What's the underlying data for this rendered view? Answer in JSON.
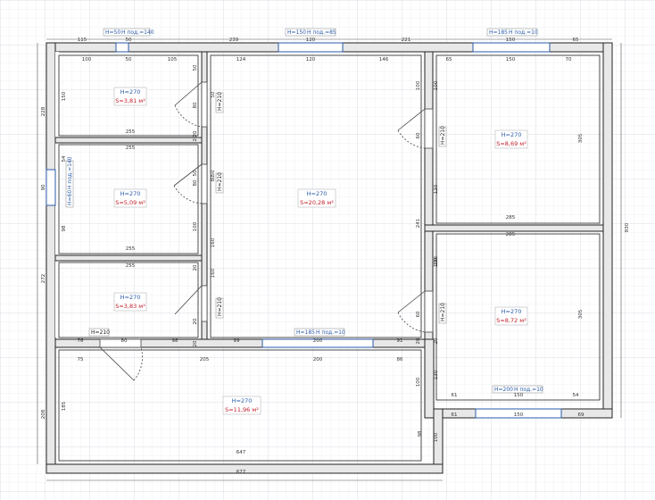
{
  "colors": {
    "wall_fill": "#e8e8e8",
    "wall_stroke": "#222222",
    "grid_minor": "#eef0f4",
    "grid_major": "#d8dce4",
    "dim_text": "#333333",
    "height_label": "#2a5aa8",
    "area_label": "#c0202a",
    "window_frame": "#2a5aa8"
  },
  "windows": [
    {
      "id": "w1",
      "height": "H=50",
      "sill": "H под.=140"
    },
    {
      "id": "w2",
      "height": "H=150",
      "sill": "H под.=85"
    },
    {
      "id": "w3",
      "height": "H=185",
      "sill": "H под.=10"
    },
    {
      "id": "w4",
      "height": "H=185",
      "sill": "H под.=10"
    },
    {
      "id": "w5",
      "height": "H=200",
      "sill": "H под.=10"
    },
    {
      "id": "w6",
      "height": "H=60",
      "sill": "H под.=140"
    }
  ],
  "rooms": [
    {
      "id": "r1",
      "height": "H=270",
      "area": "S=3,81 м²"
    },
    {
      "id": "r2",
      "height": "H=270",
      "area": "S=5,09 м²"
    },
    {
      "id": "r3",
      "height": "H=270",
      "area": "S=3,83 м²"
    },
    {
      "id": "r4",
      "height": "H=270",
      "area": "S=20,28 м²"
    },
    {
      "id": "r5",
      "height": "H=270",
      "area": "S=8,69 м²"
    },
    {
      "id": "r6",
      "height": "H=270",
      "area": "S=8,72 м²"
    },
    {
      "id": "r7",
      "height": "H=270",
      "area": "S=11,96 м²"
    }
  ],
  "doors": [
    "H=210",
    "H=210",
    "H=210",
    "H=210",
    "H=210",
    "H=210"
  ],
  "dimensions": [
    "115",
    "50",
    "239",
    "120",
    "221",
    "150",
    "65",
    "100",
    "50",
    "105",
    "124",
    "120",
    "146",
    "65",
    "150",
    "70",
    "228",
    "150",
    "50",
    "50",
    "100",
    "100",
    "50",
    "50",
    "255",
    "255",
    "20",
    "20",
    "80",
    "80",
    "80",
    "60",
    "90",
    "54",
    "98",
    "160",
    "100",
    "120",
    "305",
    "285",
    "255",
    "255",
    "241",
    "100",
    "285",
    "186",
    "20",
    "20",
    "160",
    "60",
    "305",
    "272",
    "830",
    "20",
    "20",
    "76",
    "80",
    "98",
    "99",
    "200",
    "91",
    "28",
    "75",
    "205",
    "200",
    "86",
    "100",
    "130",
    "61",
    "150",
    "54",
    "98",
    "208",
    "185",
    "100",
    "61",
    "150",
    "69",
    "647",
    "677"
  ]
}
